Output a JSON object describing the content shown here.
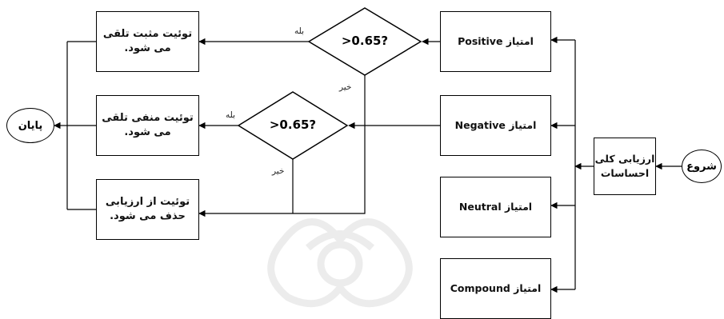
{
  "nodes": {
    "start": "شروع",
    "overall": {
      "line1": "ارزیابی کلی",
      "line2": "احساسات"
    },
    "positive": {
      "prefix": "امتیاز",
      "term": "Positive"
    },
    "negative": {
      "prefix": "امتیاز",
      "term": "Negative"
    },
    "neutral": {
      "prefix": "امتیاز",
      "term": "Neutral"
    },
    "compound": {
      "prefix": "امتیاز",
      "term": "Compound"
    },
    "decision_pos": ">0.65?",
    "decision_neg": ">0.65?",
    "result_pos": {
      "line1": "توئیت مثبت تلقی",
      "line2": "می شود."
    },
    "result_neg": {
      "line1": "توئیت منفی تلقی",
      "line2": "می شود."
    },
    "result_removed": {
      "line1": "توئیت از ارزیابی",
      "line2": "حذف می شود."
    },
    "end": "پایان"
  },
  "edges": {
    "yes_pos": "بله",
    "no_pos": "خیر",
    "yes_neg": "بله",
    "no_neg": "خیر"
  },
  "colors": {
    "stroke": "#000000",
    "background": "#ffffff",
    "watermark": "#ededed"
  }
}
